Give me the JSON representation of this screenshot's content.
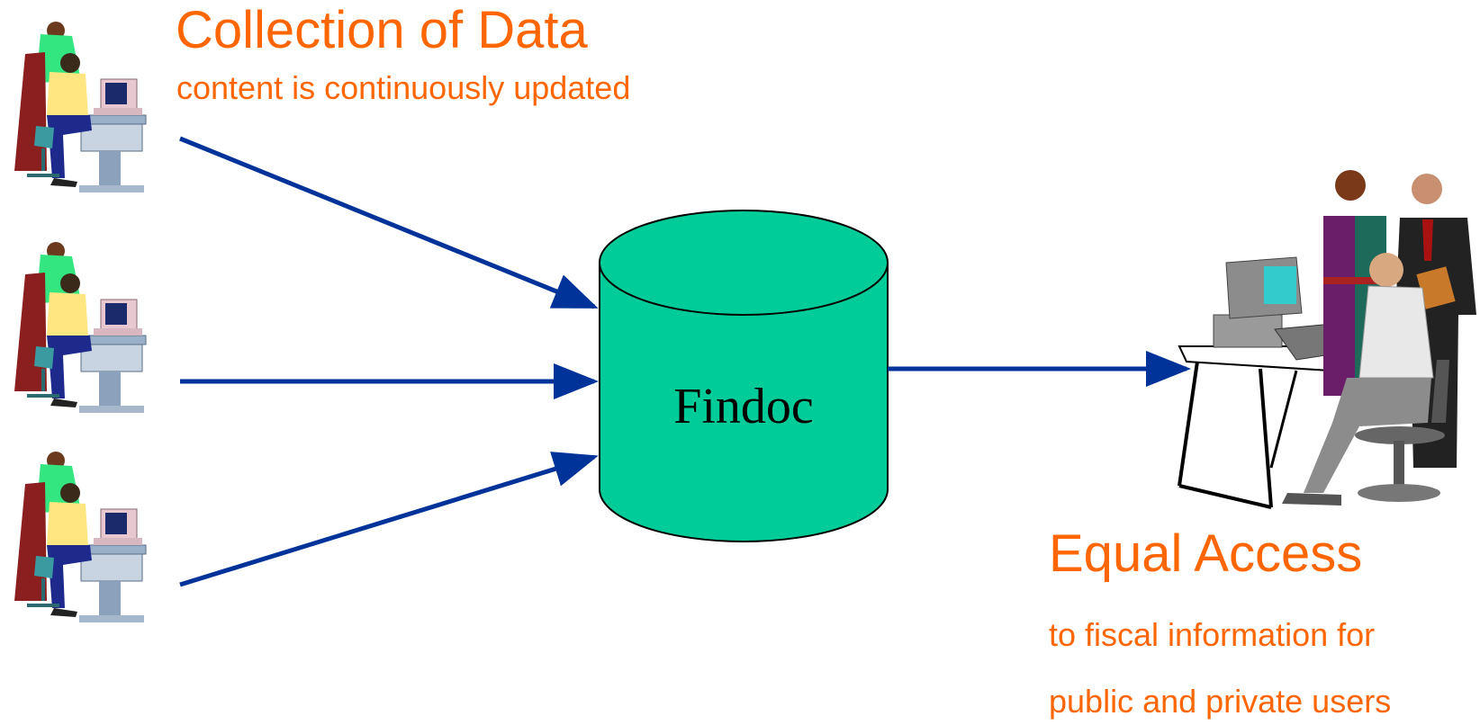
{
  "collection": {
    "title": "Collection of Data",
    "subtitle": "content is continuously updated"
  },
  "database": {
    "label": "Findoc",
    "fill_color": "#00CC99"
  },
  "access": {
    "title": "Equal Access",
    "line1": "to fiscal information for",
    "line2": "public and private users"
  },
  "colors": {
    "text_accent": "#FF6600",
    "arrow": "#003399"
  },
  "icons": {
    "contributors": [
      "contributor-workstation-icon",
      "contributor-workstation-icon",
      "contributor-workstation-icon"
    ],
    "users": "user-group-workstation-icon"
  }
}
